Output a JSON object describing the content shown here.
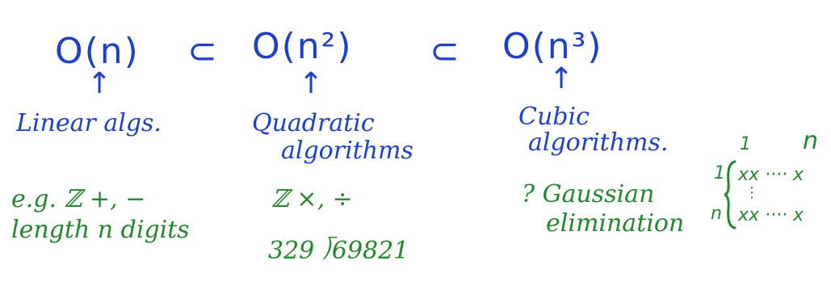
{
  "classes": [
    {
      "notation": "O(n)",
      "arrow": "↑",
      "label_lines": [
        "Linear algs."
      ]
    },
    {
      "notation": "O(n²)",
      "arrow": "↑",
      "label_lines": [
        "Quadratic",
        "algorithms"
      ]
    },
    {
      "notation": "O(n³)",
      "arrow": "↑",
      "label_lines": [
        "Cubic",
        "algorithms."
      ]
    }
  ],
  "subset_symbol": "⊂",
  "examples": {
    "linear": [
      "e.g. ℤ +, −",
      "length n digits"
    ],
    "quadratic": [
      "ℤ ×, ÷",
      "329 ⟌69821"
    ],
    "cubic": [
      "? Gaussian",
      "elimination"
    ]
  },
  "matrix": {
    "col_labels": [
      "1",
      "n"
    ],
    "row_labels": [
      "1",
      "n"
    ],
    "row1": "xx ···· x",
    "row2": "xx ···· x",
    "vdots": "⋮"
  }
}
